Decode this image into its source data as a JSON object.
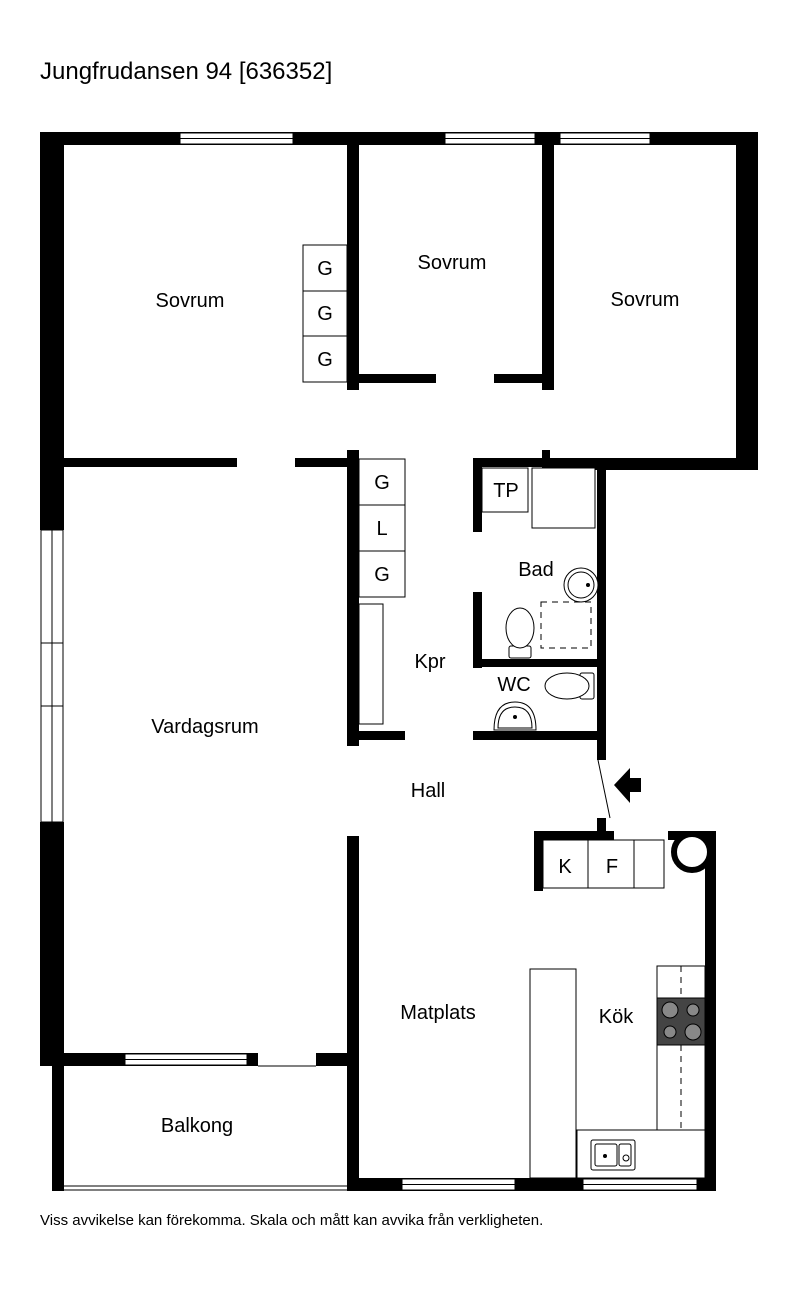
{
  "title": "Jungfrudansen 94 [636352]",
  "disclaimer": "Viss avvikelse kan förekomma. Skala och mått kan avvika från verkligheten.",
  "rooms": {
    "sovrum_1": "Sovrum",
    "sovrum_2": "Sovrum",
    "sovrum_3": "Sovrum",
    "vardagsrum": "Vardagsrum",
    "kpr": "Kpr",
    "bad": "Bad",
    "wc": "WC",
    "hall": "Hall",
    "matplats": "Matplats",
    "kok": "Kök",
    "balkong": "Balkong"
  },
  "fixtures": {
    "wardrobe_1": "G",
    "wardrobe_2": "G",
    "wardrobe_3": "G",
    "closet_1": "G",
    "closet_linen": "L",
    "closet_2": "G",
    "tp": "TP",
    "kyl": "K",
    "frys": "F"
  },
  "colors": {
    "wall": "#000000",
    "fixture_line": "#000000",
    "background": "#ffffff"
  }
}
